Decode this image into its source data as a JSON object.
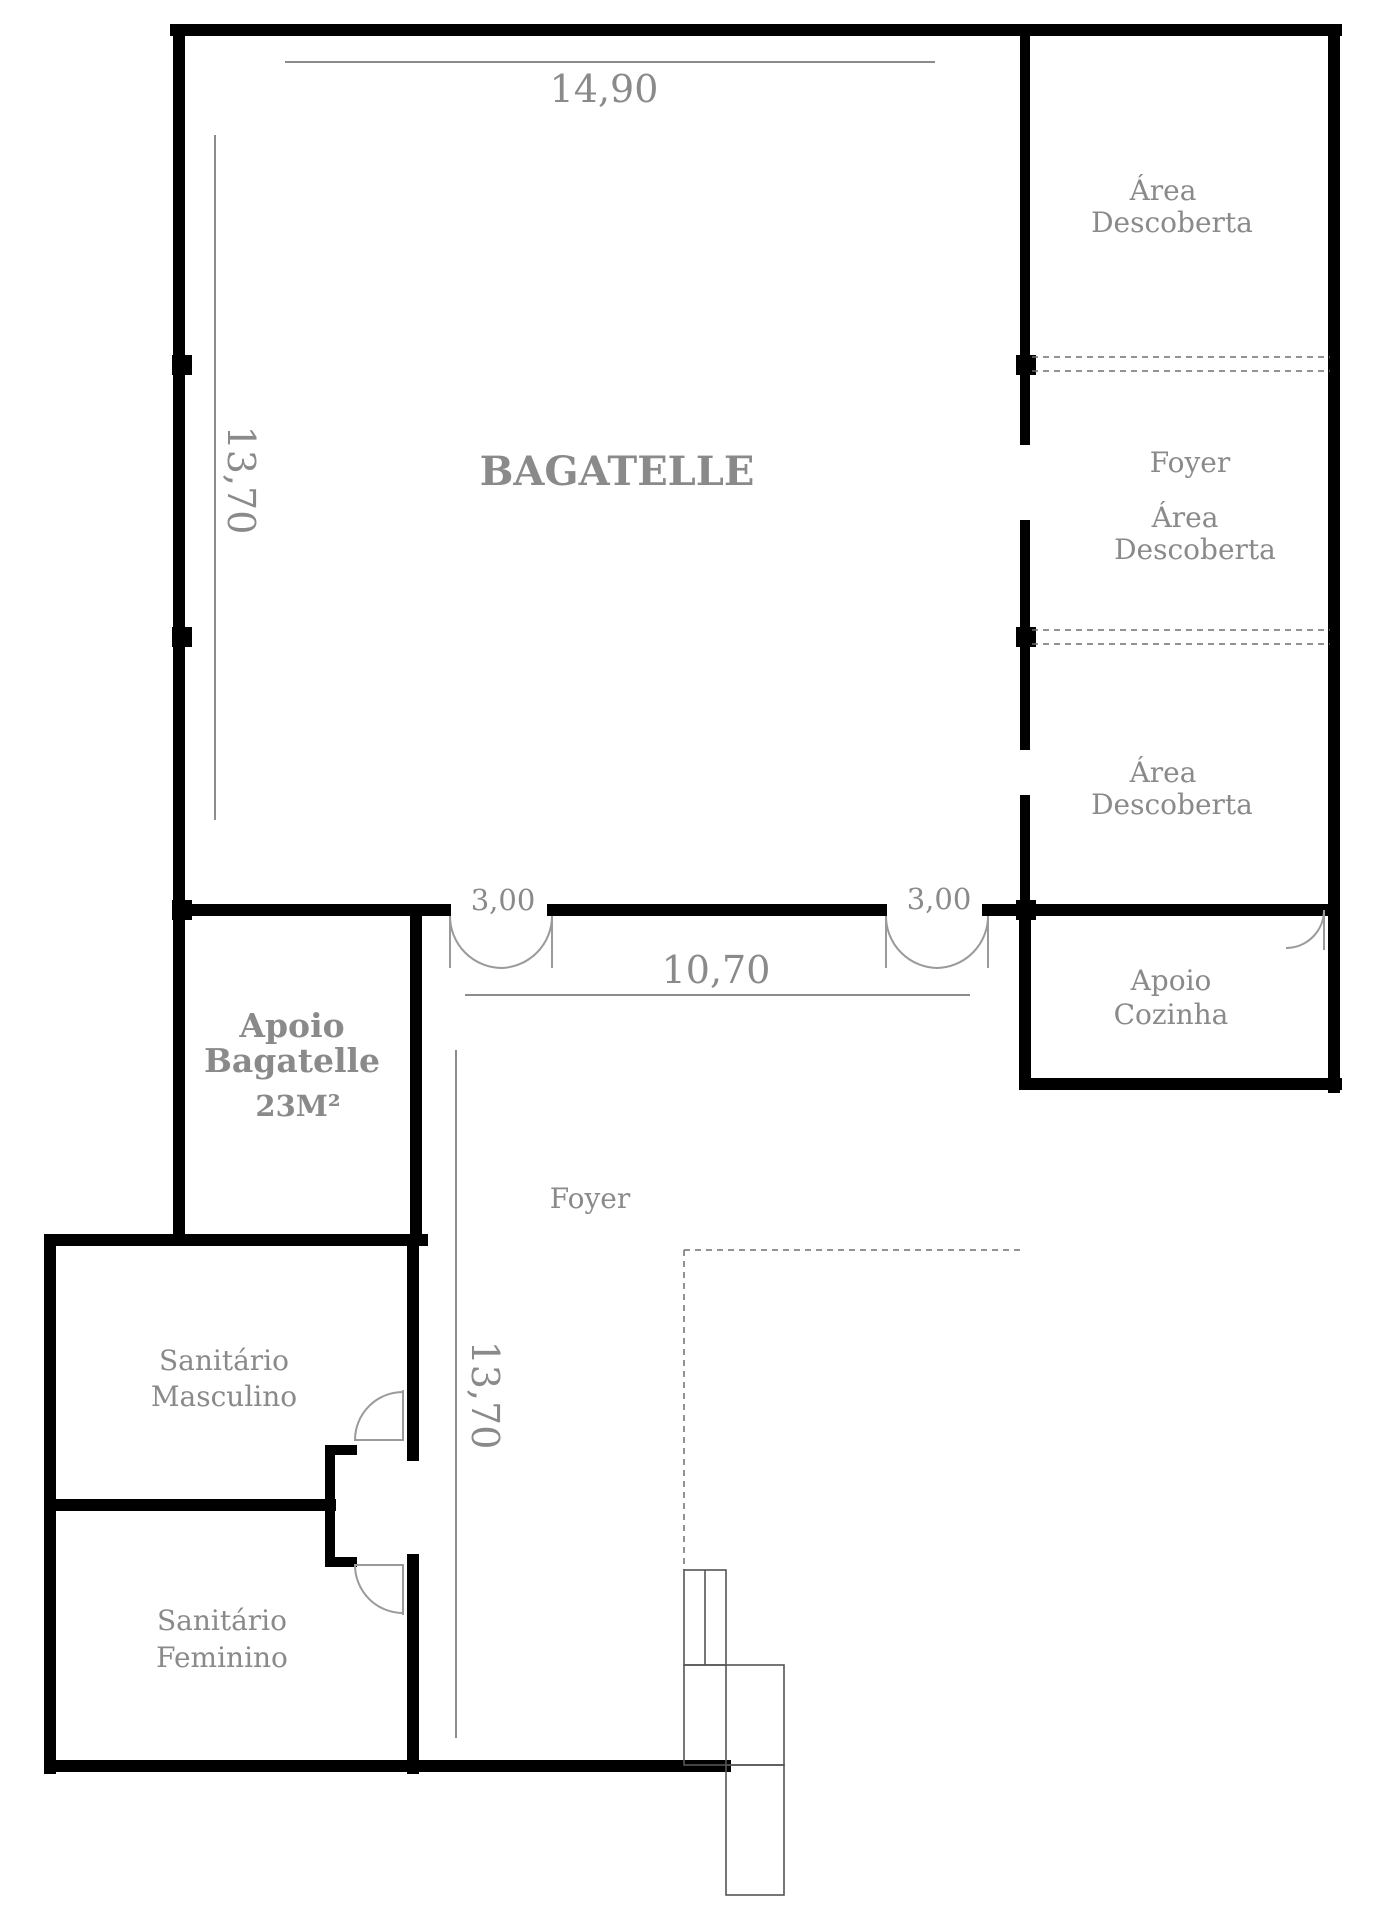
{
  "rooms": {
    "main_hall": "BAGATELLE",
    "outdoor_top_line1": "Área",
    "outdoor_top_line2": "Descoberta",
    "foyer_right": "Foyer",
    "outdoor_mid_line1": "Área",
    "outdoor_mid_line2": "Descoberta",
    "outdoor_bottom_line1": "Área",
    "outdoor_bottom_line2": "Descoberta",
    "kitchen_line1": "Apoio",
    "kitchen_line2": "Cozinha",
    "support_line1": "Apoio",
    "support_line2": "Bagatelle",
    "support_area": "23M²",
    "foyer_main": "Foyer",
    "restroom_male_line1": "Sanitário",
    "restroom_male_line2": "Masculino",
    "restroom_female_line1": "Sanitário",
    "restroom_female_line2": "Feminino"
  },
  "dimensions": {
    "hall_width": "14,90",
    "hall_depth": "13,70",
    "door_left": "3,00",
    "door_right": "3,00",
    "foyer_width": "10,70",
    "foyer_depth": "13,70"
  },
  "colors": {
    "wall": "#000000",
    "label": "#8a8a8a",
    "dimension_line": "#8c8c8c"
  }
}
